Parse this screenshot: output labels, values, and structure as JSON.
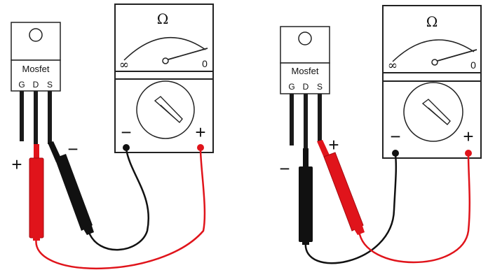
{
  "diagrams": [
    {
      "mosfet": {
        "label": "Mosfet",
        "pins": [
          "G",
          "D",
          "S"
        ]
      },
      "meter": {
        "unit_symbol": "Ω",
        "scale_left": "∞",
        "scale_right": "0"
      },
      "probe_marks": {
        "negative": "−",
        "positive": "+"
      },
      "wire_colors": {
        "red": "#e0141b",
        "black": "#111111"
      }
    },
    {
      "mosfet": {
        "label": "Mosfet",
        "pins": [
          "G",
          "D",
          "S"
        ]
      },
      "meter": {
        "unit_symbol": "Ω",
        "scale_left": "∞",
        "scale_right": "0"
      },
      "probe_marks": {
        "negative": "−",
        "positive": "+"
      },
      "wire_colors": {
        "red": "#e0141b",
        "black": "#111111"
      }
    }
  ]
}
